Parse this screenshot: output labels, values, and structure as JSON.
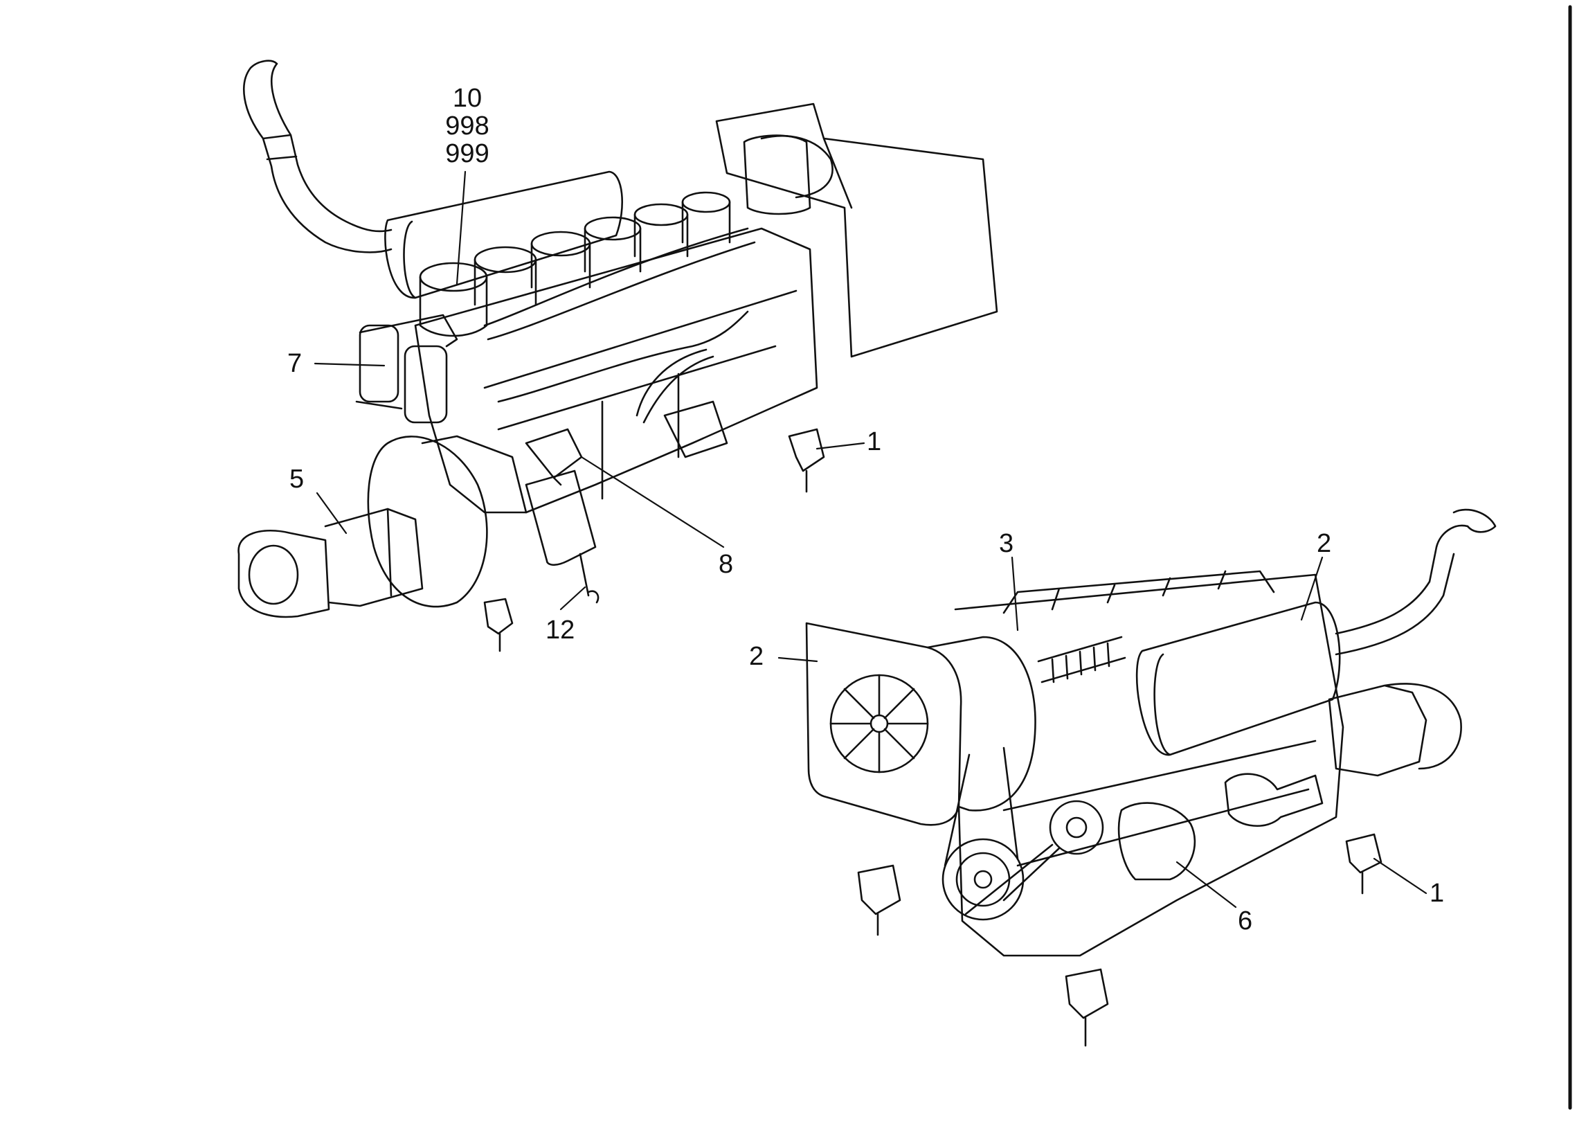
{
  "colors": {
    "ink": "#111111",
    "paper": "#ffffff"
  },
  "callouts": {
    "top_stack": [
      "10",
      "998",
      "999"
    ],
    "c7": "7",
    "c1_upper": "1",
    "c5": "5",
    "c8": "8",
    "c12": "12",
    "c3": "3",
    "c2_top": "2",
    "c2_left": "2",
    "c1_lower": "1",
    "c6": "6"
  }
}
